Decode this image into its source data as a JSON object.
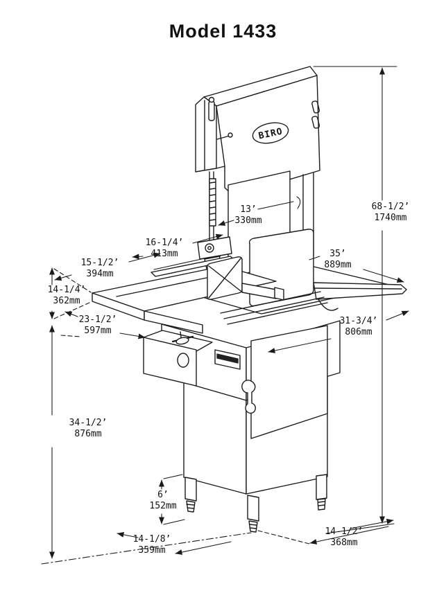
{
  "page": {
    "title": "Model 1433"
  },
  "machine": {
    "brand": "BIRO"
  },
  "dimensions": {
    "overall_height": {
      "inches": "68-1/2’",
      "mm": "1740mm"
    },
    "saw_clearance": {
      "inches": "13’",
      "mm": "330mm"
    },
    "blade_clearance": {
      "inches": "16-1/4’",
      "mm": "413mm"
    },
    "table_section_left": {
      "inches": "15-1/2’",
      "mm": "394mm"
    },
    "table_width": {
      "inches": "35’",
      "mm": "889mm"
    },
    "table_rise": {
      "inches": "14-1/4’",
      "mm": "362mm"
    },
    "table_depth": {
      "inches": "23-1/2’",
      "mm": "597mm"
    },
    "table_extension": {
      "inches": "31-3/4’",
      "mm": "806mm"
    },
    "table_height": {
      "inches": "34-1/2’",
      "mm": "876mm"
    },
    "leg_height": {
      "inches": "6’",
      "mm": "152mm"
    },
    "leg_spacing_front": {
      "inches": "14-1/8’",
      "mm": "359mm"
    },
    "leg_spacing_side": {
      "inches": "14-1/2’",
      "mm": "368mm"
    }
  }
}
